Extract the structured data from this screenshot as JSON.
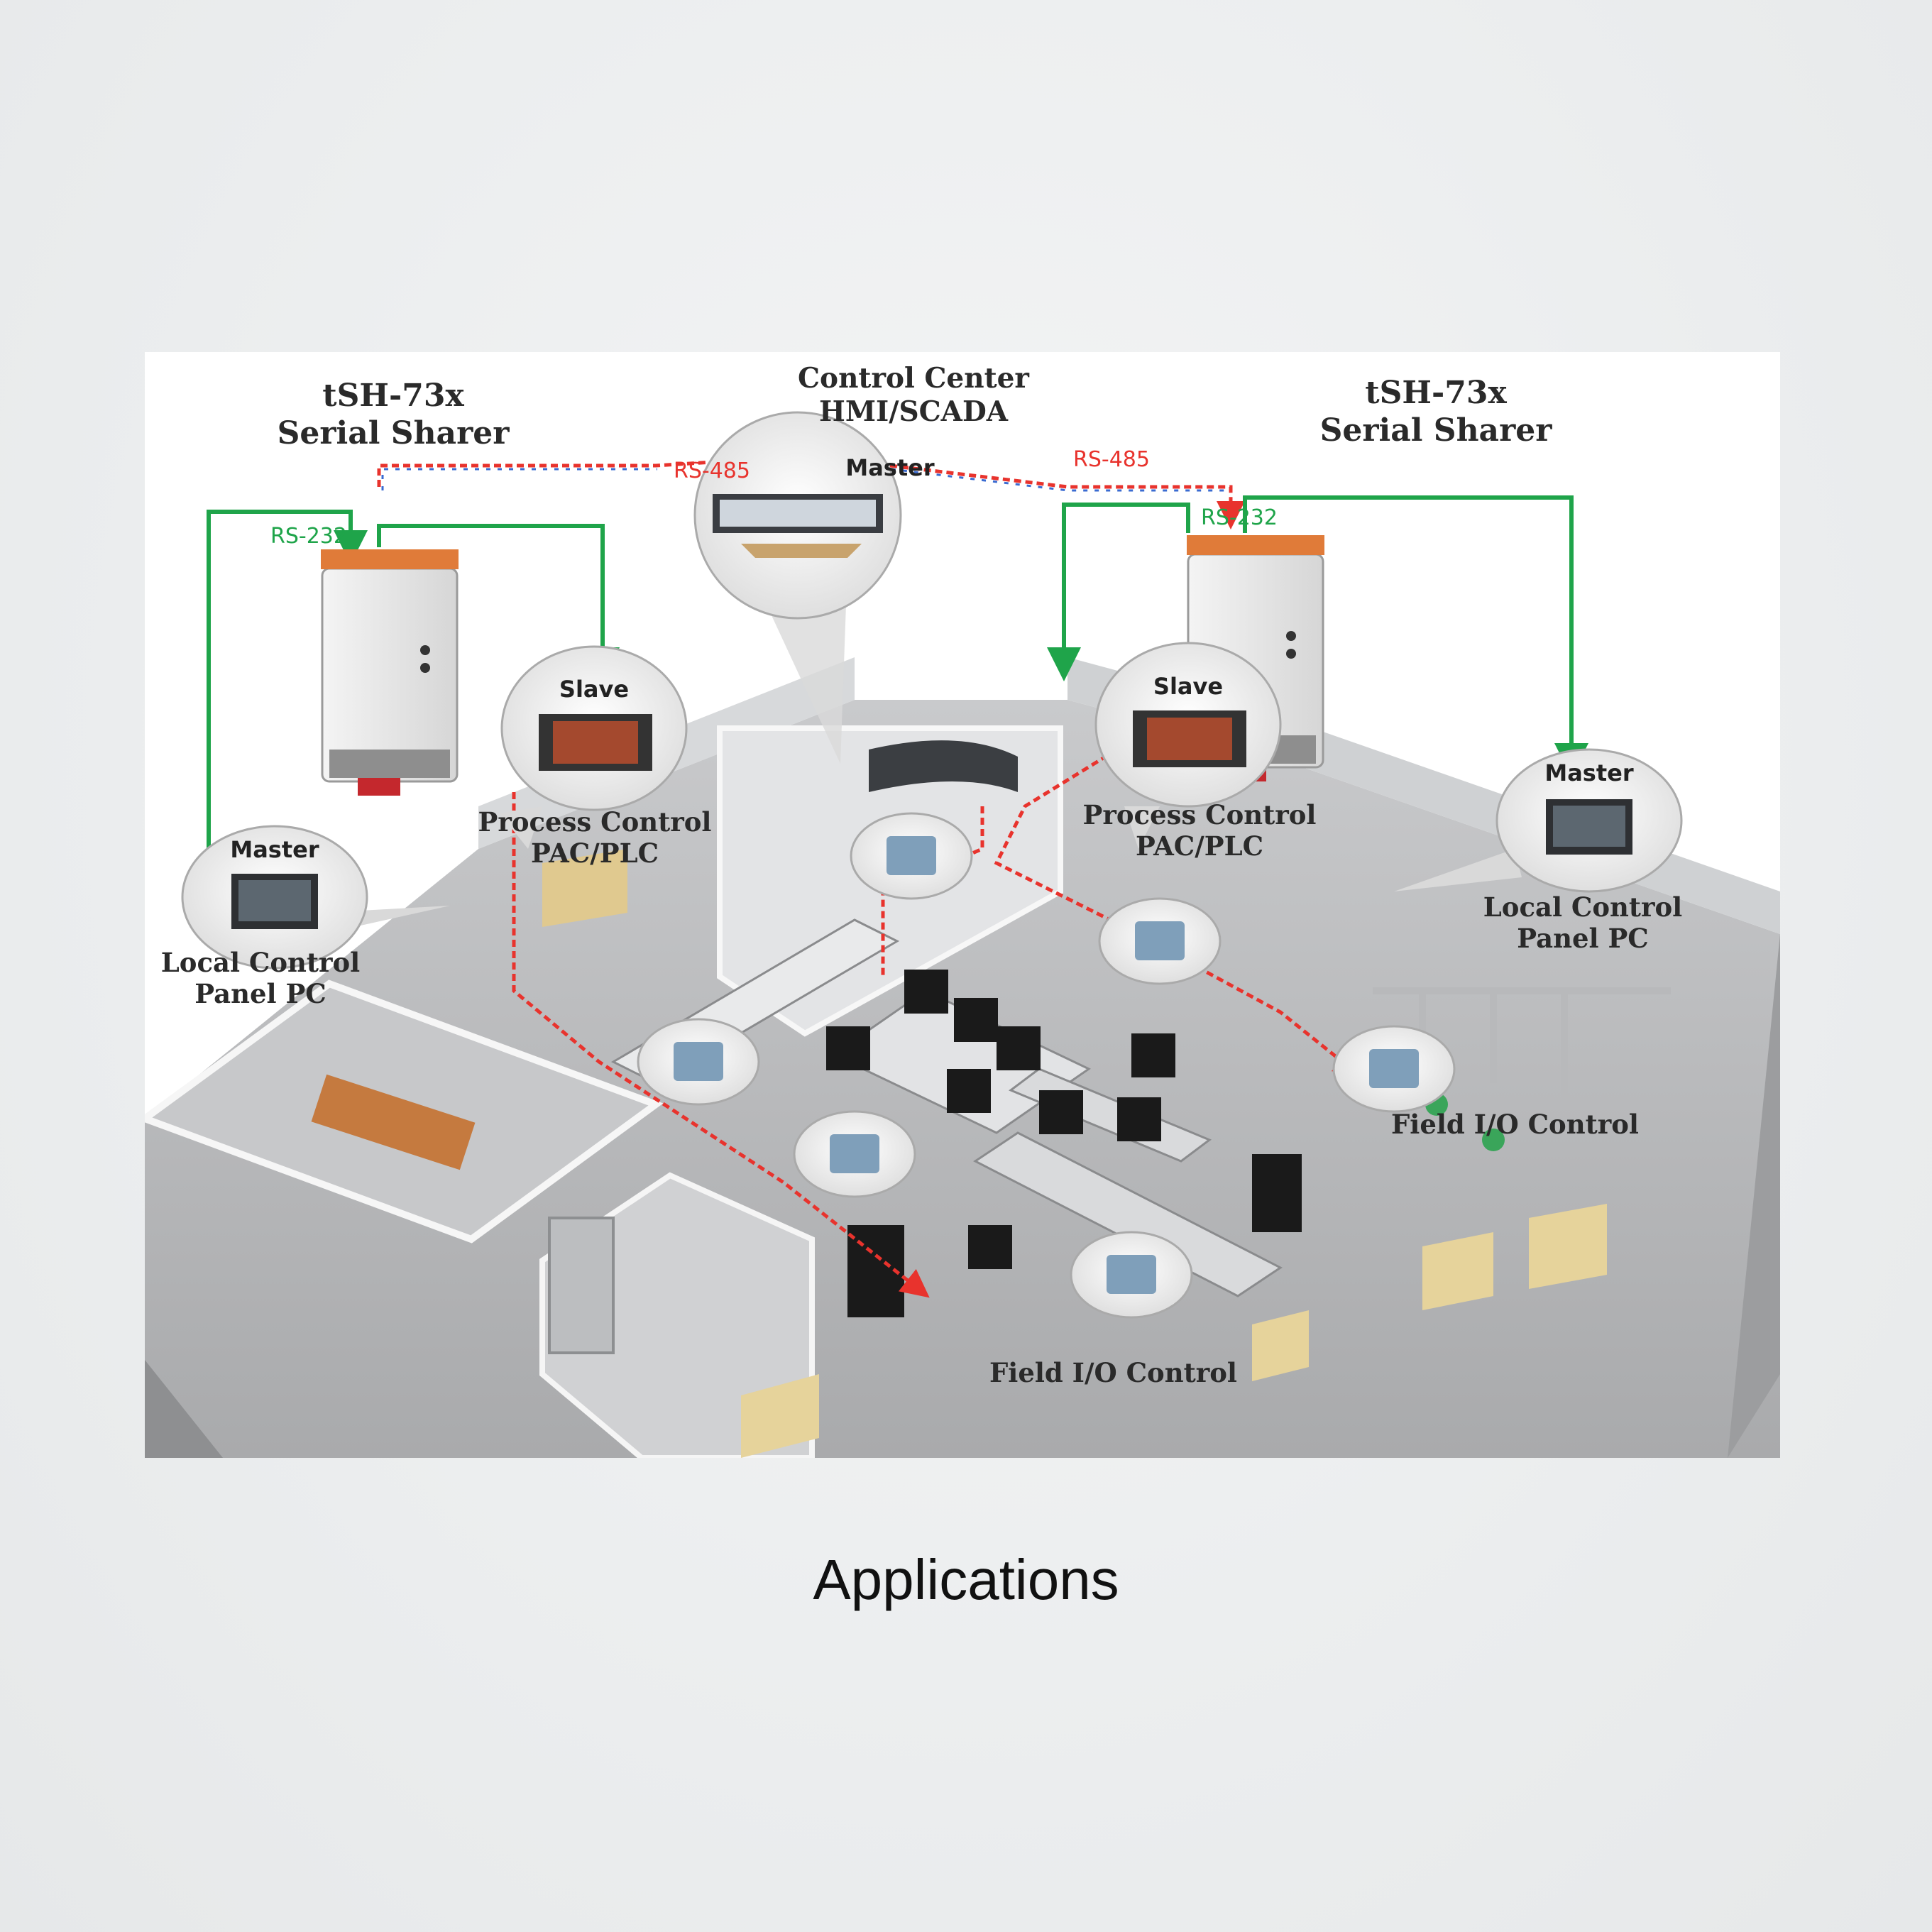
{
  "diagram": {
    "left_device_title": "tSH-73x",
    "left_device_subtitle": "Serial Sharer",
    "right_device_title": "tSH-73x",
    "right_device_subtitle": "Serial Sharer",
    "control_center_title": "Control Center",
    "control_center_subtitle": "HMI/SCADA",
    "bus_rs485_left": "RS-485",
    "bus_rs485_right": "RS-485",
    "bus_rs232_left": "RS-232",
    "bus_rs232_right": "RS-232",
    "bubble_master_center": "Master",
    "bubble_slave_left": "Slave",
    "bubble_slave_right": "Slave",
    "bubble_master_left": "Master",
    "bubble_master_right": "Master",
    "process_left_line1": "Process Control",
    "process_left_line2": "PAC/PLC",
    "process_right_line1": "Process Control",
    "process_right_line2": "PAC/PLC",
    "local_left_line1": "Local Control",
    "local_left_line2": "Panel PC",
    "local_right_line1": "Local Control",
    "local_right_line2": "Panel PC",
    "field_io_right": "Field I/O Control",
    "field_io_bottom": "Field I/O Control",
    "colors": {
      "rs485": "#e8332d",
      "rs232": "#1fa44a",
      "floor": "#b9babc",
      "wall": "#d7d9db"
    }
  },
  "caption": "Applications"
}
